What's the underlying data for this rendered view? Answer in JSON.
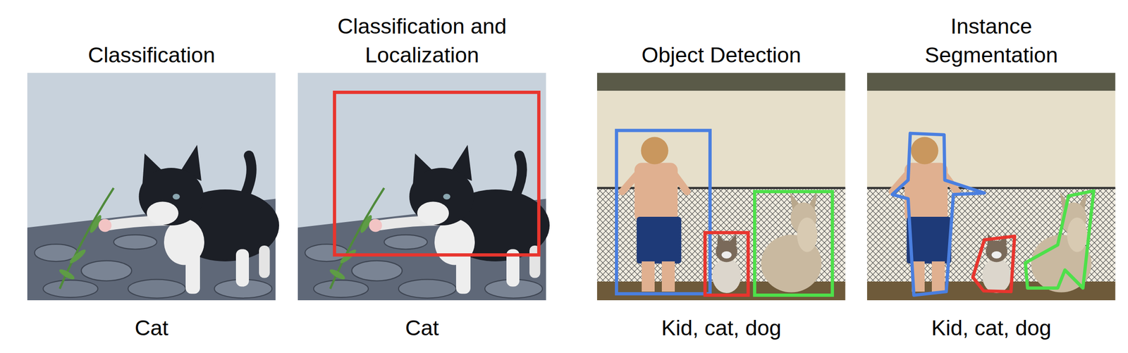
{
  "diagram": {
    "nodes": [
      {
        "text": [
          "Classification",
          "Cat"
        ]
      },
      {
        "text": [
          "Classification and Localization",
          "Cat"
        ]
      },
      {
        "text": [
          "Object Detection",
          "Kid, cat, dog"
        ]
      },
      {
        "text": [
          "Instance Segmentation",
          "Kid, cat, dog"
        ]
      }
    ]
  }
}
